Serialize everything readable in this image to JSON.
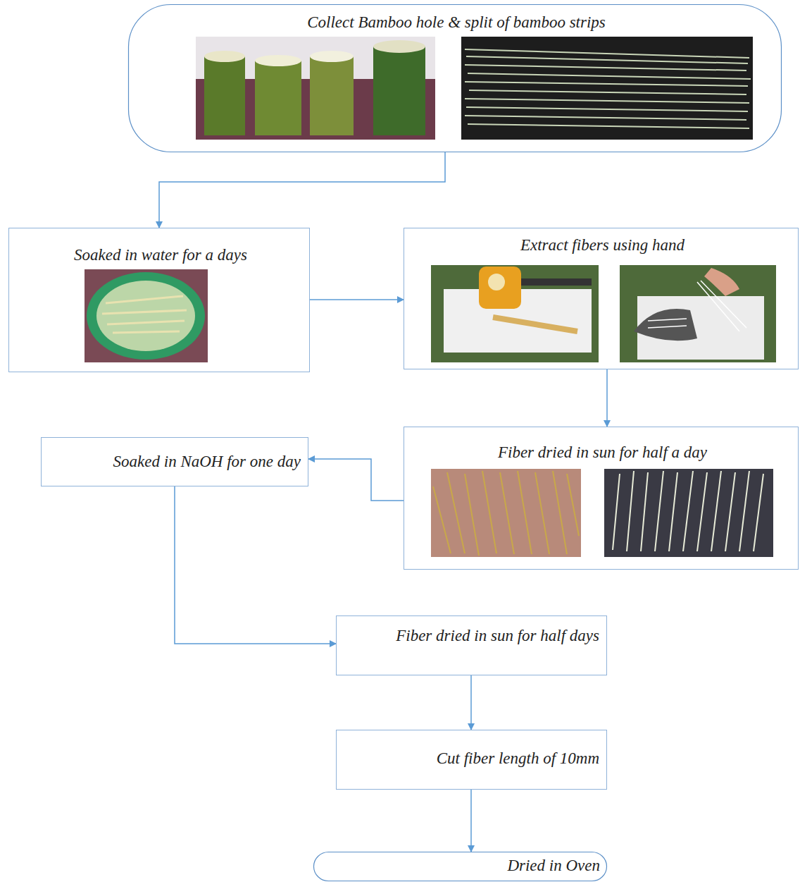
{
  "diagram": {
    "nodes": [
      {
        "text": [
          "Collect Bamboo hole & split of bamboo strips"
        ]
      },
      {
        "text": [
          "Soaked in water for a days"
        ]
      },
      {
        "text": [
          "Extract fibers using hand"
        ]
      },
      {
        "text": [
          "Fiber dried in sun for half a day"
        ]
      },
      {
        "text": [
          "Soaked in NaOH for one day"
        ]
      },
      {
        "text": [
          "Fiber dried in sun for half days"
        ]
      },
      {
        "text": [
          "Cut fiber length of 10mm"
        ]
      },
      {
        "text": [
          "Dried in Oven"
        ]
      }
    ],
    "edges": [
      {
        "from": 0,
        "to": 1,
        "arrow": "to"
      },
      {
        "from": 1,
        "to": 2,
        "arrow": "to"
      },
      {
        "from": 2,
        "to": 3,
        "arrow": "to"
      },
      {
        "from": 3,
        "to": 4,
        "arrow": "to"
      },
      {
        "from": 4,
        "to": 5,
        "arrow": "to"
      },
      {
        "from": 5,
        "to": 6,
        "arrow": "to"
      },
      {
        "from": 6,
        "to": 7,
        "arrow": "to"
      }
    ]
  }
}
